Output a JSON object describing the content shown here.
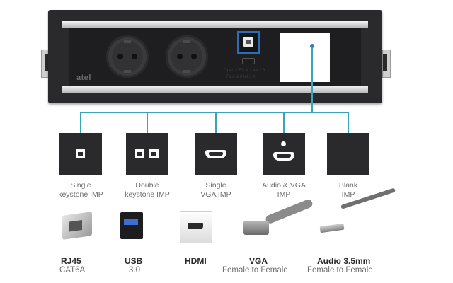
{
  "unit": {
    "brand": "atel",
    "usb_caption_line1": "Open 1-5V & 2.4A 2.8",
    "usb_caption_line2": "Fast & Intel 3.4"
  },
  "colors": {
    "connector_line": "#3da2bb",
    "accent_blue": "#2a7ec7",
    "unit_body": "#2a2a2c"
  },
  "modules": [
    {
      "icon": "single-keystone-icon",
      "label_line1": "Single",
      "label_line2": "keystone IMP"
    },
    {
      "icon": "double-keystone-icon",
      "label_line1": "Double",
      "label_line2": "keystone IMP"
    },
    {
      "icon": "vga-port-icon",
      "label_line1": "Single",
      "label_line2": "VGA IMP"
    },
    {
      "icon": "audio-vga-icon",
      "label_line1": "Audio & VGA",
      "label_line2": "IMP"
    },
    {
      "icon": "blank-plate-icon",
      "label_line1": "Blank",
      "label_line2": "IMP"
    }
  ],
  "accessories": [
    {
      "icon": "rj45-keystone-image",
      "title": "RJ45",
      "subtitle": "CAT6A"
    },
    {
      "icon": "usb-keystone-image",
      "title": "USB",
      "subtitle": "3.0"
    },
    {
      "icon": "hdmi-keystone-image",
      "title": "HDMI",
      "subtitle": ""
    },
    {
      "icon": "vga-cable-image",
      "title": "VGA",
      "subtitle": "Female to Female"
    },
    {
      "icon": "audio-cable-image",
      "title": "Audio 3.5mm",
      "subtitle": "Female to Female"
    }
  ]
}
